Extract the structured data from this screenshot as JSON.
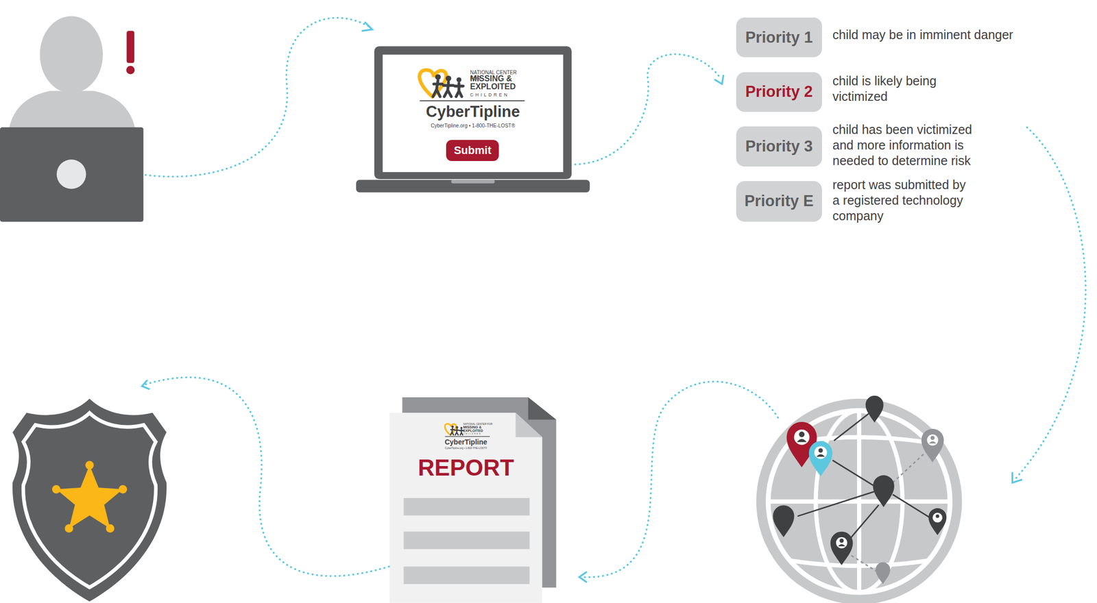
{
  "diagram": {
    "nodes": [
      {
        "text": [
          "NATIONAL CENTER FOR",
          "MISSING & EXPLOITED",
          "CHILDREN",
          "CyberTipline",
          "CyberTipline.org • 1-800-THE-LOST®"
        ]
      },
      {
        "text": [
          "Submit"
        ],
        "in": 0
      },
      {
        "text": [
          "Priority 1"
        ]
      },
      {
        "text": [
          "Priority 2"
        ]
      },
      {
        "text": [
          "Priority 3"
        ]
      },
      {
        "text": [
          "Priority E"
        ]
      },
      {
        "text": [
          "NATIONAL CENTER FOR",
          "MISSING & EXPLOITED",
          "CHILDREN",
          "CyberTipline",
          "CyberTipline.org • 1-800-THE-LOST®",
          "REPORT"
        ]
      }
    ],
    "labels": [
      "child may be in imminent danger",
      "child is likely being victimized",
      "child has been victimized and more information is needed to determine risk",
      "report was submitted by a registered technology company"
    ]
  }
}
